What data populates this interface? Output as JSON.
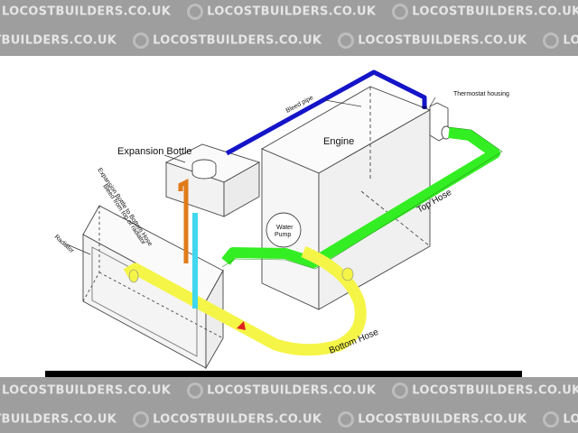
{
  "watermark": {
    "text": "LOCOSTBUILDERS.CO.UK"
  },
  "labels": {
    "expansion_bottle": "Expansion Bottle",
    "engine": "Engine",
    "thermostat_housing": "Thermostat housing",
    "bleed_pipe": "Bleed pipe",
    "exp_to_bottom": "Expansion Bottle to Bottom Hose",
    "bleed_from_top": "Bleed from top of radiator",
    "radiator": "Radiator",
    "top_hose": "Top Hose",
    "water_pump_line1": "Water",
    "water_pump_line2": "Pump",
    "bottom_hose": "Bottom Hose"
  },
  "colors": {
    "bleed_pipe": "#1414c8",
    "top_hose": "#33ee22",
    "bottom_hose": "#f5f547",
    "exp_to_bottom_pipe": "#e07b1a",
    "radiator_bleed_pipe": "#40d8ee",
    "banner": "#9e9e9e"
  }
}
